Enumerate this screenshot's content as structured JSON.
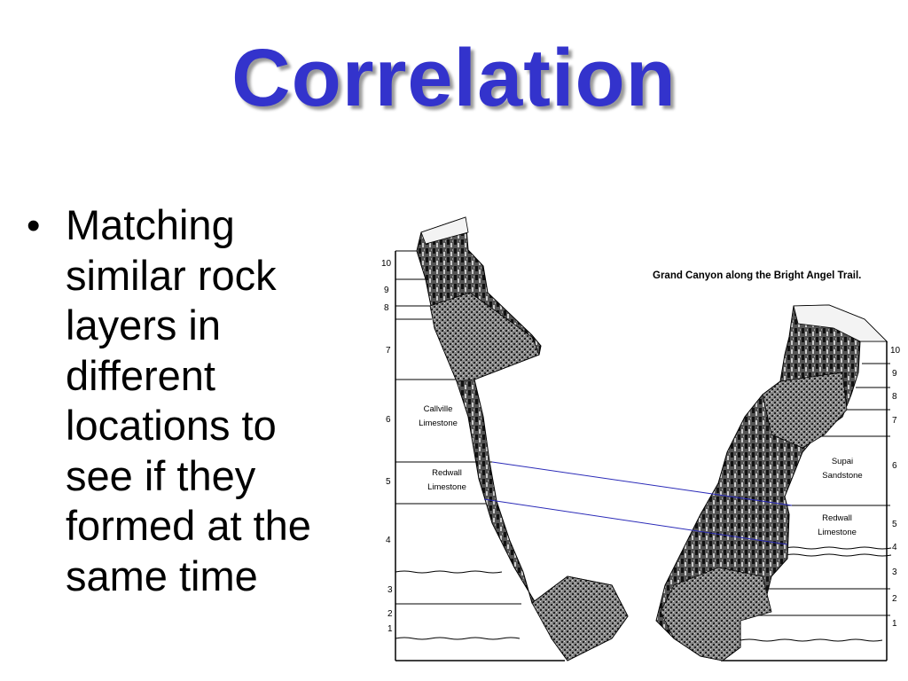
{
  "slide": {
    "title": "Correlation",
    "title_color": "#3333cc",
    "bullet": {
      "icon": "bullet-dot",
      "lines": [
        "Matching",
        "similar rock",
        "layers in",
        "different",
        "locations to",
        "see if they",
        "formed at the",
        "same time"
      ]
    }
  },
  "diagram": {
    "caption": "Grand Canyon along the Bright Angel Trail.",
    "correlation_line_color": "#2b2bb8",
    "left_column": {
      "layer_numbers": [
        "10",
        "9",
        "8",
        "7",
        "6",
        "5",
        "4",
        "3",
        "2",
        "1"
      ],
      "labels": [
        {
          "line1": "Callville",
          "line2": "Limestone"
        },
        {
          "line1": "Redwall",
          "line2": "Limestone"
        }
      ]
    },
    "right_column": {
      "layer_numbers": [
        "10",
        "9",
        "8",
        "7",
        "6",
        "5",
        "4",
        "3",
        "2",
        "1"
      ],
      "labels": [
        {
          "line1": "Supai",
          "line2": "Sandstone"
        },
        {
          "line1": "Redwall",
          "line2": "Limestone"
        }
      ]
    }
  }
}
